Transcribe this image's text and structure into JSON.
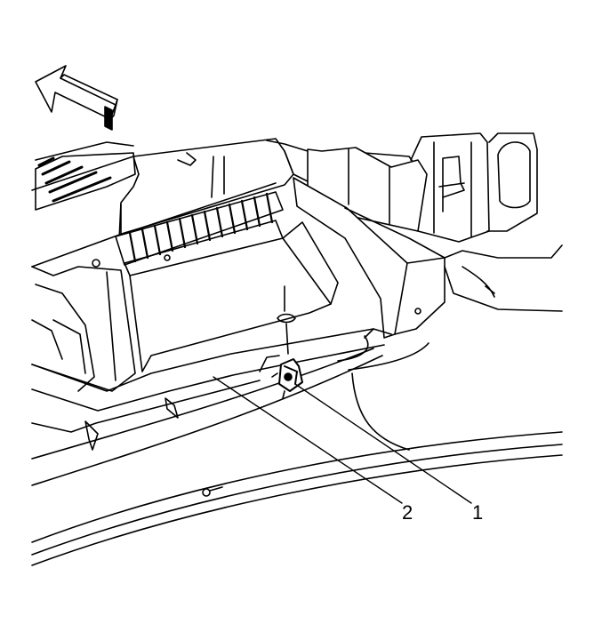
{
  "figure": {
    "kind": "technical-line-illustration",
    "orientation_arrow": "forward-direction-arrow"
  },
  "callouts": [
    {
      "label": "1"
    },
    {
      "label": "2"
    }
  ]
}
